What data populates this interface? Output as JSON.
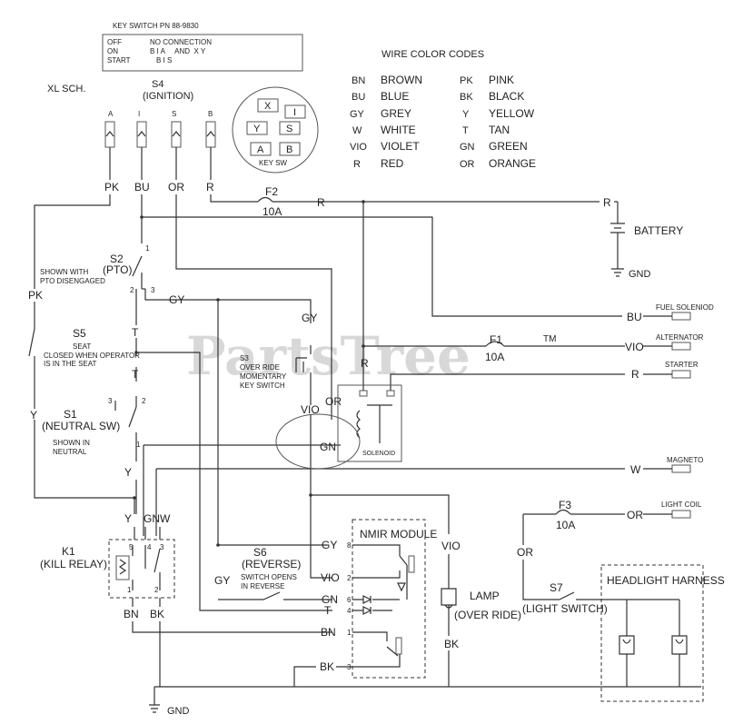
{
  "header": {
    "part_label": "KEY SWITCH PN 88-9830",
    "sheet_label": "XL SCH."
  },
  "key_table": [
    {
      "pos": "OFF",
      "conn": "NO CONNECTION"
    },
    {
      "pos": "ON",
      "conn": "B I A     AND  X Y"
    },
    {
      "pos": "START",
      "conn": "B I S"
    }
  ],
  "ignition": {
    "title": "S4",
    "subtitle": "(IGNITION)",
    "terminals": [
      "A",
      "I",
      "S",
      "B"
    ],
    "wires": [
      "PK",
      "BU",
      "OR",
      "R"
    ]
  },
  "key_sw": {
    "label": "KEY SW",
    "cells": [
      "X",
      "I",
      "Y",
      "S",
      "A",
      "B"
    ]
  },
  "legend": {
    "title": "WIRE COLOR CODES",
    "left": [
      {
        "code": "BN",
        "name": "BROWN"
      },
      {
        "code": "BU",
        "name": "BLUE"
      },
      {
        "code": "GY",
        "name": "GREY"
      },
      {
        "code": "W",
        "name": "WHITE"
      },
      {
        "code": "VIO",
        "name": "VIOLET"
      },
      {
        "code": "R",
        "name": "RED"
      }
    ],
    "right": [
      {
        "code": "PK",
        "name": "PINK"
      },
      {
        "code": "BK",
        "name": "BLACK"
      },
      {
        "code": "Y",
        "name": "YELLOW"
      },
      {
        "code": "T",
        "name": "TAN"
      },
      {
        "code": "GN",
        "name": "GREEN"
      },
      {
        "code": "OR",
        "name": "ORANGE"
      }
    ]
  },
  "fuses": {
    "f2_name": "F2",
    "f2_rating": "10A",
    "f1_name": "F1",
    "f1_rating": "10A",
    "f3_name": "F3",
    "f3_rating": "10A"
  },
  "battery": {
    "label": "BATTERY",
    "gnd": "GND"
  },
  "pto": {
    "name": "S2",
    "sub": "(PTO)",
    "note1": "SHOWN WITH",
    "note2": "PTO DISENGAGED",
    "t1": "1",
    "t2": "2",
    "t3": "3"
  },
  "seat": {
    "name": "S5",
    "note1": "SEAT",
    "note2": "CLOSED WHEN OPERATOR",
    "note3": "IS IN THE SEAT"
  },
  "neutral": {
    "name": "S1",
    "sub": "(NEUTRAL SW)",
    "note1": "SHOWN IN",
    "note2": "NEUTRAL",
    "t1": "1",
    "t2": "2",
    "t3": "3"
  },
  "override": {
    "name": "S3",
    "l1": "OVER RIDE",
    "l2": "MOMENTARY",
    "l3": "KEY SWITCH"
  },
  "solenoid": {
    "label": "SOLENOID"
  },
  "outputs": {
    "fuel": "FUEL SOLENIOD",
    "alternator": "ALTERNATOR",
    "starter": "STARTER",
    "magneto": "MAGNETO",
    "light_coil": "LIGHT COIL"
  },
  "kill_relay": {
    "name": "K1",
    "sub": "(KILL RELAY)",
    "p5": "5",
    "p4": "4",
    "p3": "3",
    "p1": "1",
    "p2": "2"
  },
  "reverse": {
    "name": "S6",
    "sub": "(REVERSE)",
    "note1": "SWITCH OPENS",
    "note2": "IN REVERSE"
  },
  "nmir": {
    "label": "NMIR MODULE",
    "pins": [
      "8",
      "2",
      "6",
      "4",
      "1",
      "3"
    ]
  },
  "lamp": {
    "name": "LAMP",
    "sub": "(OVER RIDE)"
  },
  "light_switch": {
    "name": "S7",
    "sub": "(LIGHT SWITCH)"
  },
  "headlight": {
    "label": "HEADLIGHT HARNESS"
  },
  "ground": {
    "label": "GND"
  },
  "wire_labels": {
    "pk": "PK",
    "bu": "BU",
    "or": "OR",
    "r": "R",
    "gy": "GY",
    "y": "Y",
    "vio": "VIO",
    "gn": "GN",
    "t": "T",
    "bn": "BN",
    "bk": "BK",
    "w": "W",
    "gnw": "GNW"
  },
  "watermark": {
    "text": "PartsTree",
    "tm": "TM"
  }
}
